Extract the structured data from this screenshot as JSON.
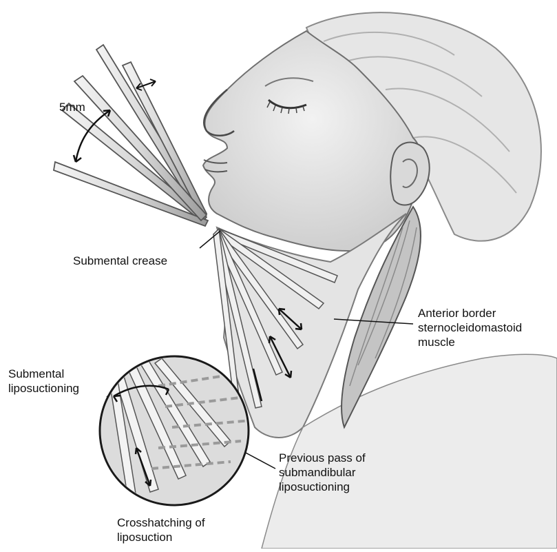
{
  "labels": {
    "measure": "5mm",
    "submental_crease": "Submental crease",
    "anterior_border": [
      "Anterior border",
      "sternocleidomastoid",
      "muscle"
    ],
    "submental_lipo": [
      "Submental",
      "liposuctioning"
    ],
    "previous_pass": [
      "Previous pass of",
      "submandibular",
      "liposuctioning"
    ],
    "crosshatching": [
      "Crosshatching of",
      "liposuction"
    ]
  }
}
